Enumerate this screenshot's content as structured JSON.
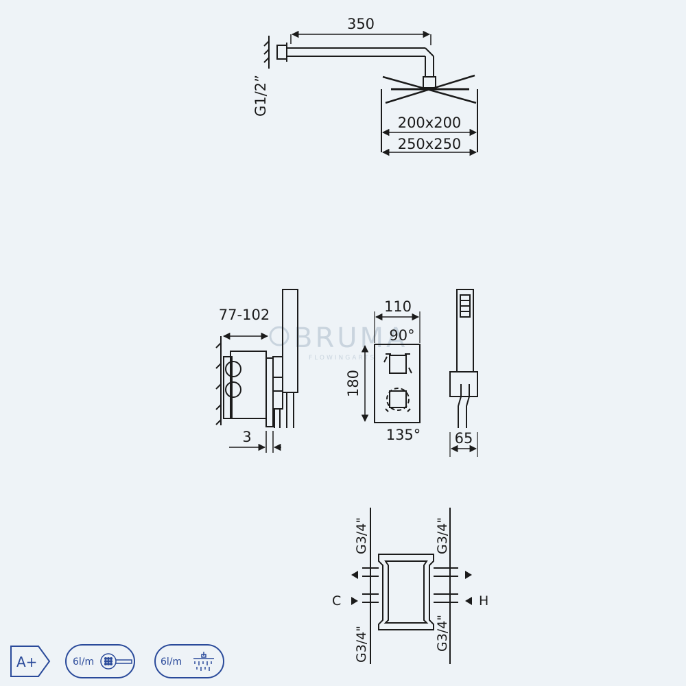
{
  "shower_head": {
    "arm_length": "350",
    "thread": "G1/2”",
    "size_small": "200x200",
    "size_large": "250x250"
  },
  "side_view": {
    "depth_range": "77-102",
    "offset": "3"
  },
  "front_view": {
    "width": "110",
    "height": "180",
    "angle_top": "90°",
    "angle_bottom": "135°"
  },
  "hand_shower": {
    "depth": "65"
  },
  "box_view": {
    "thread_top_left": "G3/4\"",
    "thread_top_right": "G3/4\"",
    "thread_bottom_left": "G3/4\"",
    "thread_bottom_right": "G3/4\"",
    "cold_label": "C",
    "hot_label": "H"
  },
  "watermark": {
    "brand": "BRUMA",
    "tagline": "FLOWINGARTS"
  },
  "badges": {
    "energy": "A+",
    "flow_hand": "6l/m",
    "flow_head": "6l/m"
  }
}
